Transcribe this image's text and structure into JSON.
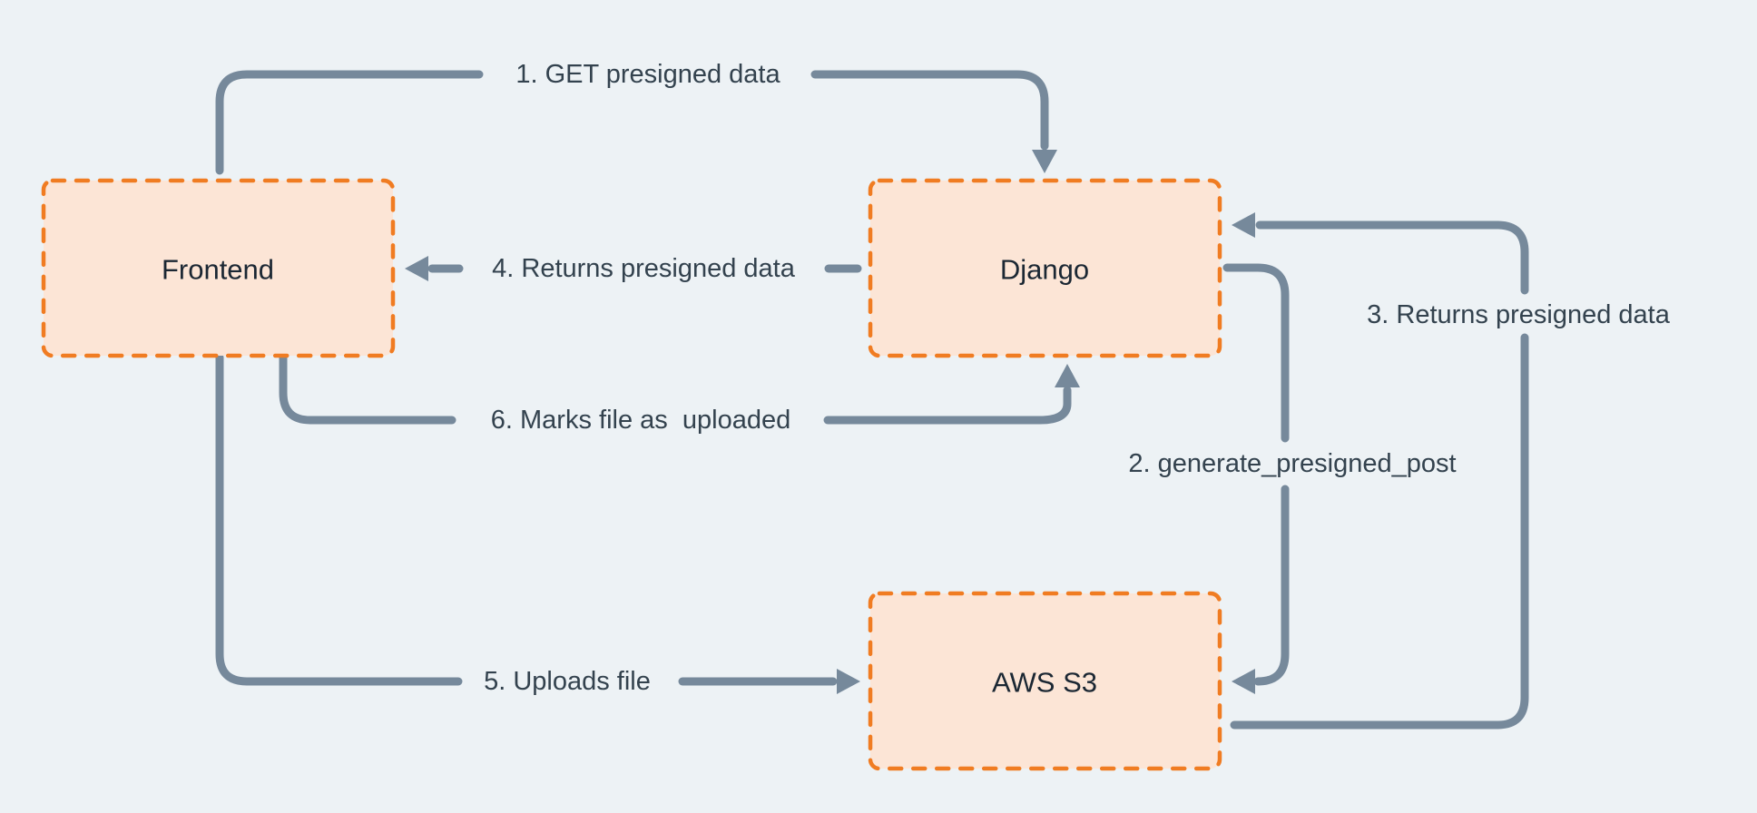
{
  "diagram": {
    "nodes": [
      {
        "id": "frontend",
        "label": "Frontend"
      },
      {
        "id": "django",
        "label": "Django"
      },
      {
        "id": "aws_s3",
        "label": "AWS S3"
      }
    ],
    "edges": [
      {
        "id": "1",
        "label": "1. GET presigned data",
        "from": "Frontend",
        "to": "Django"
      },
      {
        "id": "2",
        "label": "2. generate_presigned_post",
        "from": "Django",
        "to": "AWS S3"
      },
      {
        "id": "3",
        "label": "3. Returns presigned data",
        "from": "AWS S3",
        "to": "Django"
      },
      {
        "id": "4",
        "label": "4. Returns presigned data",
        "from": "Django",
        "to": "Frontend"
      },
      {
        "id": "5",
        "label": "5. Uploads file",
        "from": "Frontend",
        "to": "AWS S3"
      },
      {
        "id": "6",
        "label": "6. Marks file as  uploaded",
        "from": "Frontend",
        "to": "Django"
      }
    ]
  },
  "colors": {
    "bg": "#EDF2F5",
    "node_fill": "#FCE5D6",
    "node_border": "#F07C22",
    "line": "#76899B",
    "edge_text": "#33424E",
    "node_text": "#1B2733"
  }
}
